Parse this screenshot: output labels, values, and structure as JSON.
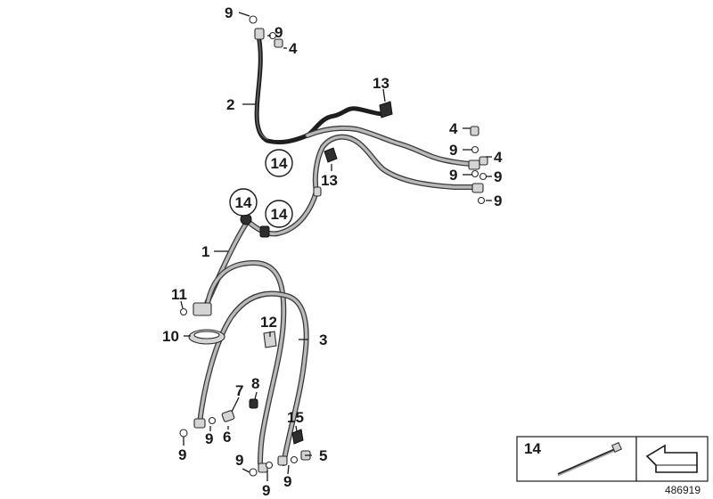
{
  "diagram": {
    "callouts": {
      "c1": "1",
      "c2": "2",
      "c3": "3",
      "c4a": "4",
      "c4b": "4",
      "c4c": "4",
      "c5": "5",
      "c6": "6",
      "c7": "7",
      "c8": "8",
      "c9a": "9",
      "c9b": "9",
      "c9c": "9",
      "c9d": "9",
      "c9e": "9",
      "c9f": "9",
      "c9g": "9",
      "c9h": "9",
      "c9i": "9",
      "c9j": "9",
      "c10": "10",
      "c11": "11",
      "c12": "12",
      "c13a": "13",
      "c13b": "13",
      "c14a": "14",
      "c14b": "14",
      "c14c": "14",
      "c15": "15"
    },
    "legend": {
      "label": "14"
    },
    "document_number": "486919"
  },
  "colors": {
    "background": "#ffffff",
    "hose_outer": "#3a3a3a",
    "hose_inner": "#b9b9b9",
    "hose_dark": "#1e1e1e",
    "label": "#1a1a1a"
  }
}
